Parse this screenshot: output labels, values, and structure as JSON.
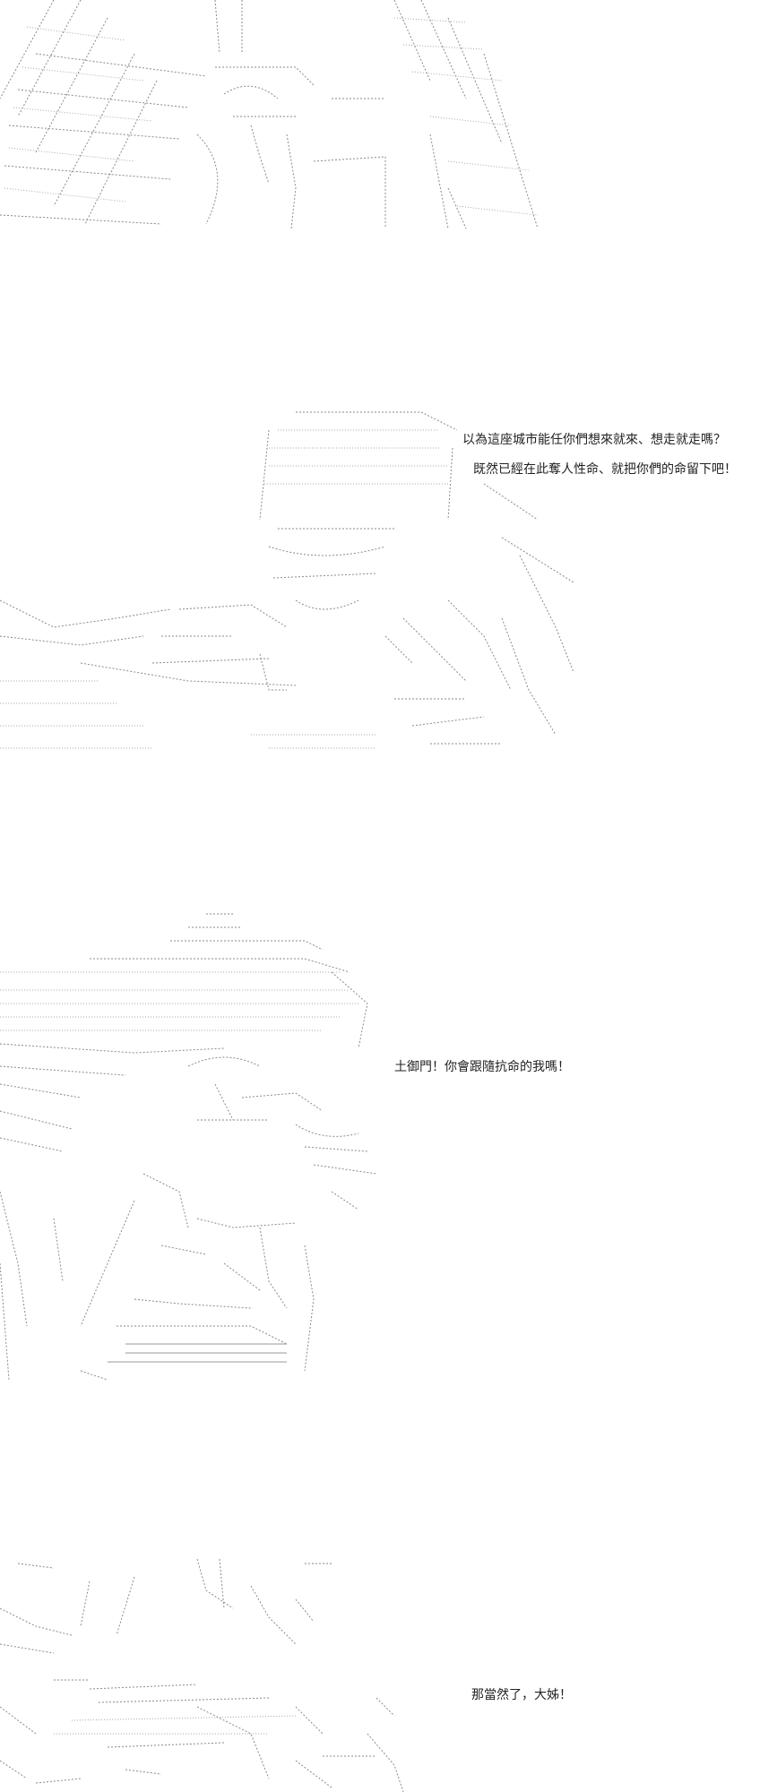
{
  "panels": [
    {
      "id": "panel-1",
      "dialogue": []
    },
    {
      "id": "panel-2",
      "dialogue": [
        "以為這座城市能任你們想來就來、想走就走嗎？",
        "既然已經在此奪人性命、就把你們的命留下吧！"
      ]
    },
    {
      "id": "panel-3",
      "dialogue": [
        "土御門！你會跟隨抗命的我嗎！"
      ]
    },
    {
      "id": "panel-4",
      "dialogue": [
        "那當然了，大姊！"
      ]
    }
  ]
}
